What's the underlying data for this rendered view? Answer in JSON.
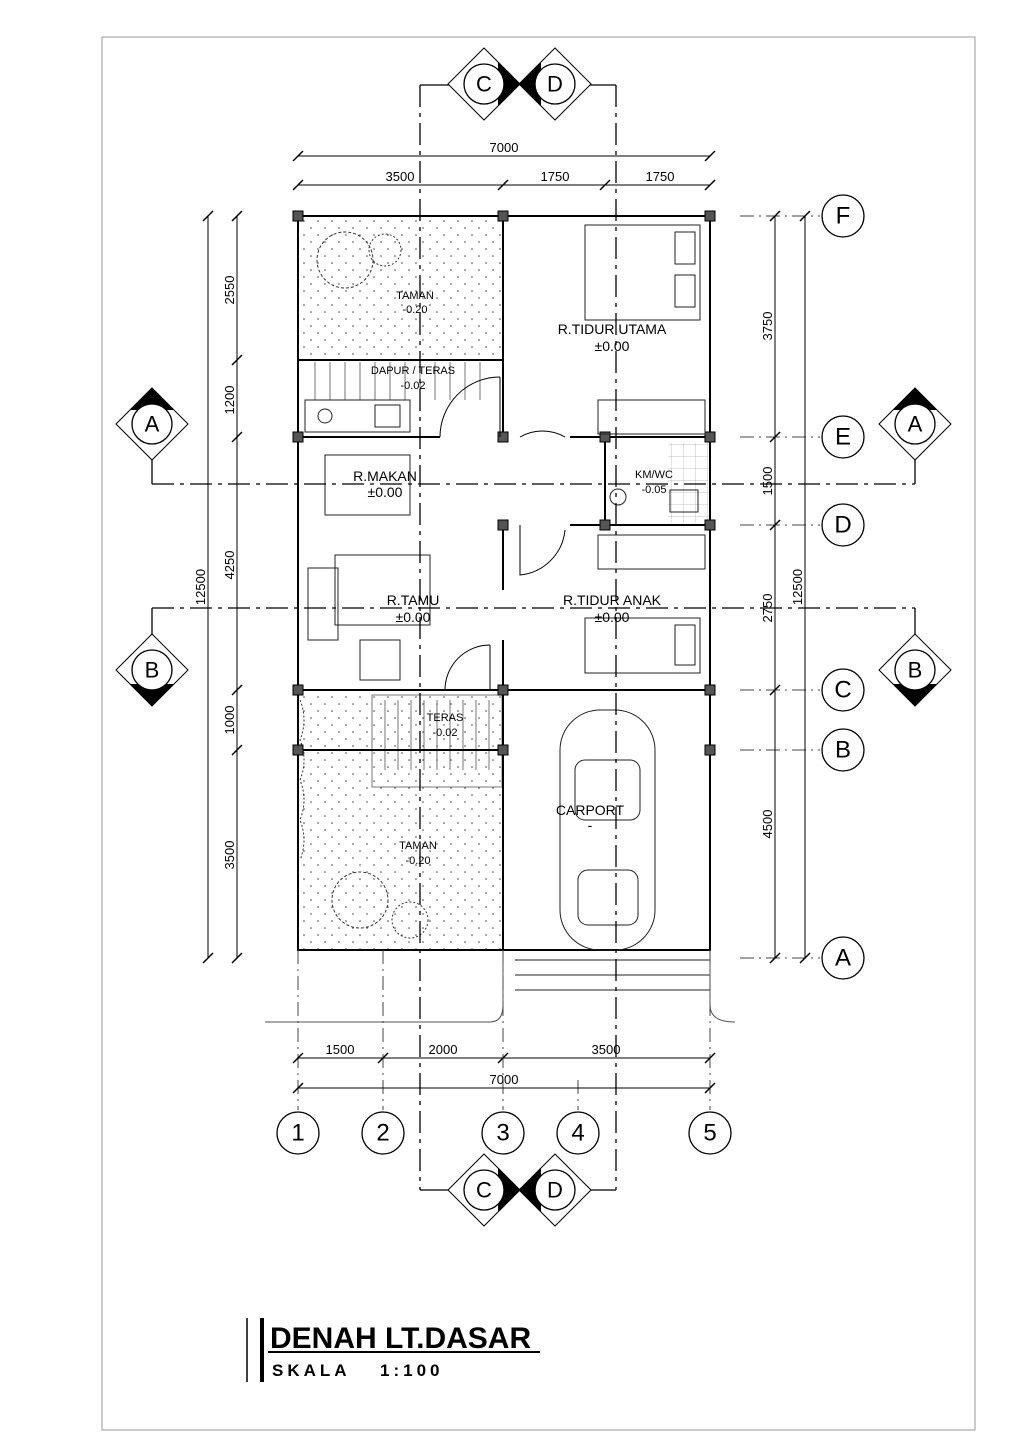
{
  "drawing": {
    "title": "DENAH LT.DASAR",
    "scale_label": "SKALA",
    "scale_value": "1:100"
  },
  "rooms": [
    {
      "name": "TAMAN",
      "level": "-0.20"
    },
    {
      "name": "DAPUR / TERAS",
      "level": "-0.02"
    },
    {
      "name": "R.TIDUR UTAMA",
      "level": "±0.00"
    },
    {
      "name": "R.MAKAN",
      "level": "±0.00"
    },
    {
      "name": "KM/WC",
      "level": "-0.05"
    },
    {
      "name": "R.TAMU",
      "level": "±0.00"
    },
    {
      "name": "R.TIDUR ANAK",
      "level": "±0.00"
    },
    {
      "name": "TERAS",
      "level": "-0.02"
    },
    {
      "name": "CARPORT",
      "level": "-"
    },
    {
      "name": "TAMAN",
      "level": "-0.20"
    }
  ],
  "dimensions": {
    "top_total": "7000",
    "top_segments": [
      "3500",
      "1750",
      "1750"
    ],
    "bottom_segments": [
      "1500",
      "2000",
      "3500"
    ],
    "bottom_total": "7000",
    "left_segments": [
      "2550",
      "1200",
      "4250",
      "1000",
      "3500"
    ],
    "left_total": "12500",
    "right_segments": [
      "3750",
      "1500",
      "2750",
      "4500"
    ],
    "right_total": "12500"
  },
  "grid_axes": {
    "vertical": [
      "1",
      "2",
      "3",
      "4",
      "5"
    ],
    "horizontal": [
      "F",
      "E",
      "D",
      "C",
      "B",
      "A"
    ]
  },
  "section_markers": {
    "horizontal": [
      "A",
      "B"
    ],
    "vertical": [
      "C",
      "D"
    ]
  }
}
